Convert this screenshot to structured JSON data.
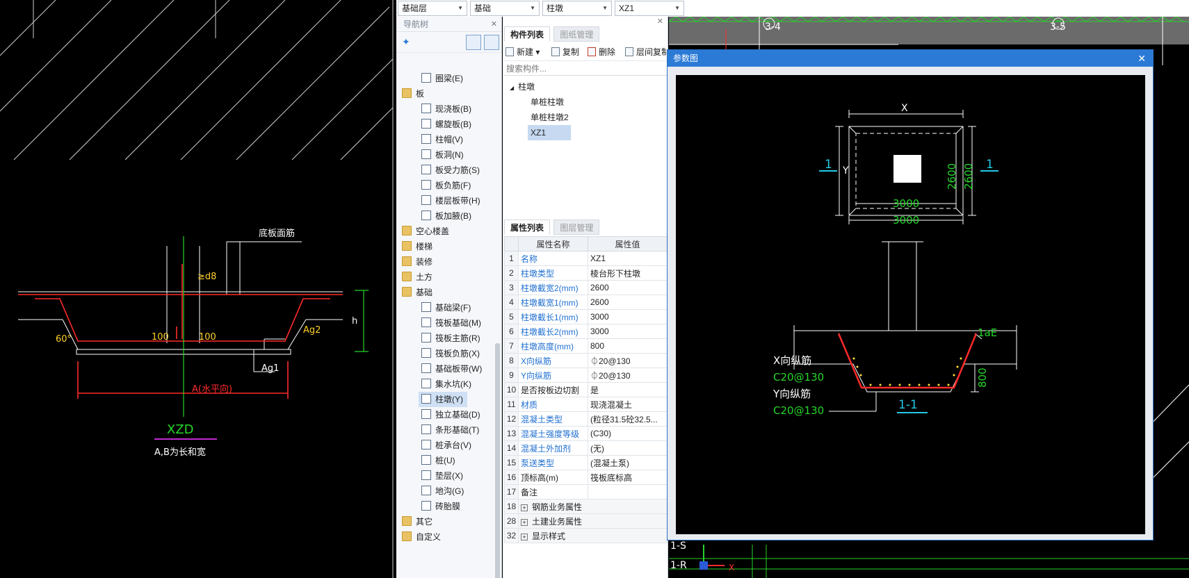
{
  "topbar": {
    "floor": "基础层",
    "category": "基础",
    "type": "柱墩",
    "component": "XZ1"
  },
  "nav": {
    "title": "导航树",
    "items": [
      {
        "label": "圈梁(E)",
        "level": 2,
        "icon": "ring-beam-icon"
      },
      {
        "label": "板",
        "level": 1,
        "icon": "folder-icon"
      },
      {
        "label": "现浇板(B)",
        "level": 2,
        "icon": "slab-icon"
      },
      {
        "label": "螺旋板(B)",
        "level": 2,
        "icon": "spiral-slab-icon"
      },
      {
        "label": "柱帽(V)",
        "level": 2,
        "icon": "column-cap-icon"
      },
      {
        "label": "板洞(N)",
        "level": 2,
        "icon": "slab-hole-icon"
      },
      {
        "label": "板受力筋(S)",
        "level": 2,
        "icon": "slab-rebar-icon"
      },
      {
        "label": "板负筋(F)",
        "level": 2,
        "icon": "slab-negative-rebar-icon"
      },
      {
        "label": "楼层板带(H)",
        "level": 2,
        "icon": "floor-strip-icon"
      },
      {
        "label": "板加腋(B)",
        "level": 2,
        "icon": "slab-haunch-icon"
      },
      {
        "label": "空心楼盖",
        "level": 1,
        "icon": "folder-icon"
      },
      {
        "label": "楼梯",
        "level": 1,
        "icon": "folder-icon"
      },
      {
        "label": "装修",
        "level": 1,
        "icon": "folder-icon"
      },
      {
        "label": "土方",
        "level": 1,
        "icon": "folder-icon"
      },
      {
        "label": "基础",
        "level": 1,
        "icon": "folder-icon"
      },
      {
        "label": "基础梁(F)",
        "level": 2,
        "icon": "foundation-beam-icon"
      },
      {
        "label": "筏板基础(M)",
        "level": 2,
        "icon": "raft-foundation-icon"
      },
      {
        "label": "筏板主筋(R)",
        "level": 2,
        "icon": "raft-main-rebar-icon"
      },
      {
        "label": "筏板负筋(X)",
        "level": 2,
        "icon": "raft-negative-rebar-icon"
      },
      {
        "label": "基础板带(W)",
        "level": 2,
        "icon": "foundation-strip-icon"
      },
      {
        "label": "集水坑(K)",
        "level": 2,
        "icon": "sump-pit-icon"
      },
      {
        "label": "柱墩(Y)",
        "level": 2,
        "icon": "column-pier-icon",
        "selected": true
      },
      {
        "label": "独立基础(D)",
        "level": 2,
        "icon": "isolated-footing-icon"
      },
      {
        "label": "条形基础(T)",
        "level": 2,
        "icon": "strip-footing-icon"
      },
      {
        "label": "桩承台(V)",
        "level": 2,
        "icon": "pile-cap-icon"
      },
      {
        "label": "桩(U)",
        "level": 2,
        "icon": "pile-icon"
      },
      {
        "label": "垫层(X)",
        "level": 2,
        "icon": "cushion-icon"
      },
      {
        "label": "地沟(G)",
        "level": 2,
        "icon": "trench-icon"
      },
      {
        "label": "砖胎膜",
        "level": 2,
        "icon": "brick-mold-icon"
      },
      {
        "label": "其它",
        "level": 1,
        "icon": "folder-icon"
      },
      {
        "label": "自定义",
        "level": 1,
        "icon": "folder-icon"
      }
    ]
  },
  "components": {
    "tab_active": "构件列表",
    "tab_inactive": "图纸管理",
    "toolbar": {
      "new": "新建",
      "copy": "复制",
      "delete": "删除",
      "floor_copy": "层间复制"
    },
    "search_placeholder": "搜索构件...",
    "root": "柱墩",
    "children": [
      "单桩柱墩",
      "单桩柱墩2",
      "XZ1"
    ],
    "selected": "XZ1"
  },
  "properties": {
    "tab_active": "属性列表",
    "tab_inactive": "图层管理",
    "col_name": "属性名称",
    "col_value": "属性值",
    "rows": [
      {
        "num": "1",
        "name": "名称",
        "value": "XZ1",
        "blue": true
      },
      {
        "num": "2",
        "name": "柱墩类型",
        "value": "棱台形下柱墩",
        "blue": true
      },
      {
        "num": "3",
        "name": "柱墩截宽2(mm)",
        "value": "2600",
        "blue": true
      },
      {
        "num": "4",
        "name": "柱墩截宽1(mm)",
        "value": "2600",
        "blue": true
      },
      {
        "num": "5",
        "name": "柱墩截长1(mm)",
        "value": "3000",
        "blue": true
      },
      {
        "num": "6",
        "name": "柱墩截长2(mm)",
        "value": "3000",
        "blue": true
      },
      {
        "num": "7",
        "name": "柱墩高度(mm)",
        "value": "800",
        "blue": true
      },
      {
        "num": "8",
        "name": "X向纵筋",
        "value": "⏀20@130",
        "blue": true
      },
      {
        "num": "9",
        "name": "Y向纵筋",
        "value": "⏀20@130",
        "blue": true
      },
      {
        "num": "10",
        "name": "是否按板边切割",
        "value": "是",
        "blue": false
      },
      {
        "num": "11",
        "name": "材质",
        "value": "现浇混凝土",
        "blue": true
      },
      {
        "num": "12",
        "name": "混凝土类型",
        "value": "(粒径31.5砼32.5...",
        "blue": true
      },
      {
        "num": "13",
        "name": "混凝土强度等级",
        "value": "(C30)",
        "blue": true
      },
      {
        "num": "14",
        "name": "混凝土外加剂",
        "value": "(无)",
        "blue": true
      },
      {
        "num": "15",
        "name": "泵送类型",
        "value": "(混凝土泵)",
        "blue": true
      },
      {
        "num": "16",
        "name": "顶标高(m)",
        "value": "筏板底标高",
        "blue": false
      },
      {
        "num": "17",
        "name": "备注",
        "value": "",
        "blue": false
      }
    ],
    "groups": [
      {
        "num": "18",
        "name": "钢筋业务属性"
      },
      {
        "num": "28",
        "name": "土建业务属性"
      },
      {
        "num": "32",
        "name": "显示样式"
      }
    ]
  },
  "dialog": {
    "title": "参数图",
    "plan": {
      "x_label": "X",
      "y_label": "Y",
      "inner_length": "3000",
      "outer_length": "3000",
      "inner_width": "2600",
      "outer_width": "2600",
      "section_mark": "1"
    },
    "section": {
      "lae": "1aE",
      "height": "800",
      "x_rebar_label": "X向纵筋",
      "x_rebar_value": "C20@130",
      "y_rebar_label": "Y向纵筋",
      "y_rebar_value": "C20@130",
      "section_title": "1-1"
    }
  },
  "left_drawing": {
    "top_rebar_label": "底板面筋",
    "d_label": "≥d8",
    "dim_left": "100",
    "dim_right": "100",
    "ag2": "Ag2",
    "ag1": "Ag1",
    "h": "h",
    "angle": "60°",
    "span": "A(水平向)",
    "title": "XZD",
    "note": "A,B为长和宽"
  },
  "right_cad": {
    "axis_1": "3-4",
    "axis_2": "3-5",
    "row_1": "1-S",
    "row_2": "1-R",
    "x_axis": "X"
  },
  "colors": {
    "accent": "#2b7ad6",
    "cad_bg": "#000000",
    "rebar_red": "#ff2020",
    "dim_green": "#26d12a",
    "label_cyan": "#25c9e6"
  }
}
